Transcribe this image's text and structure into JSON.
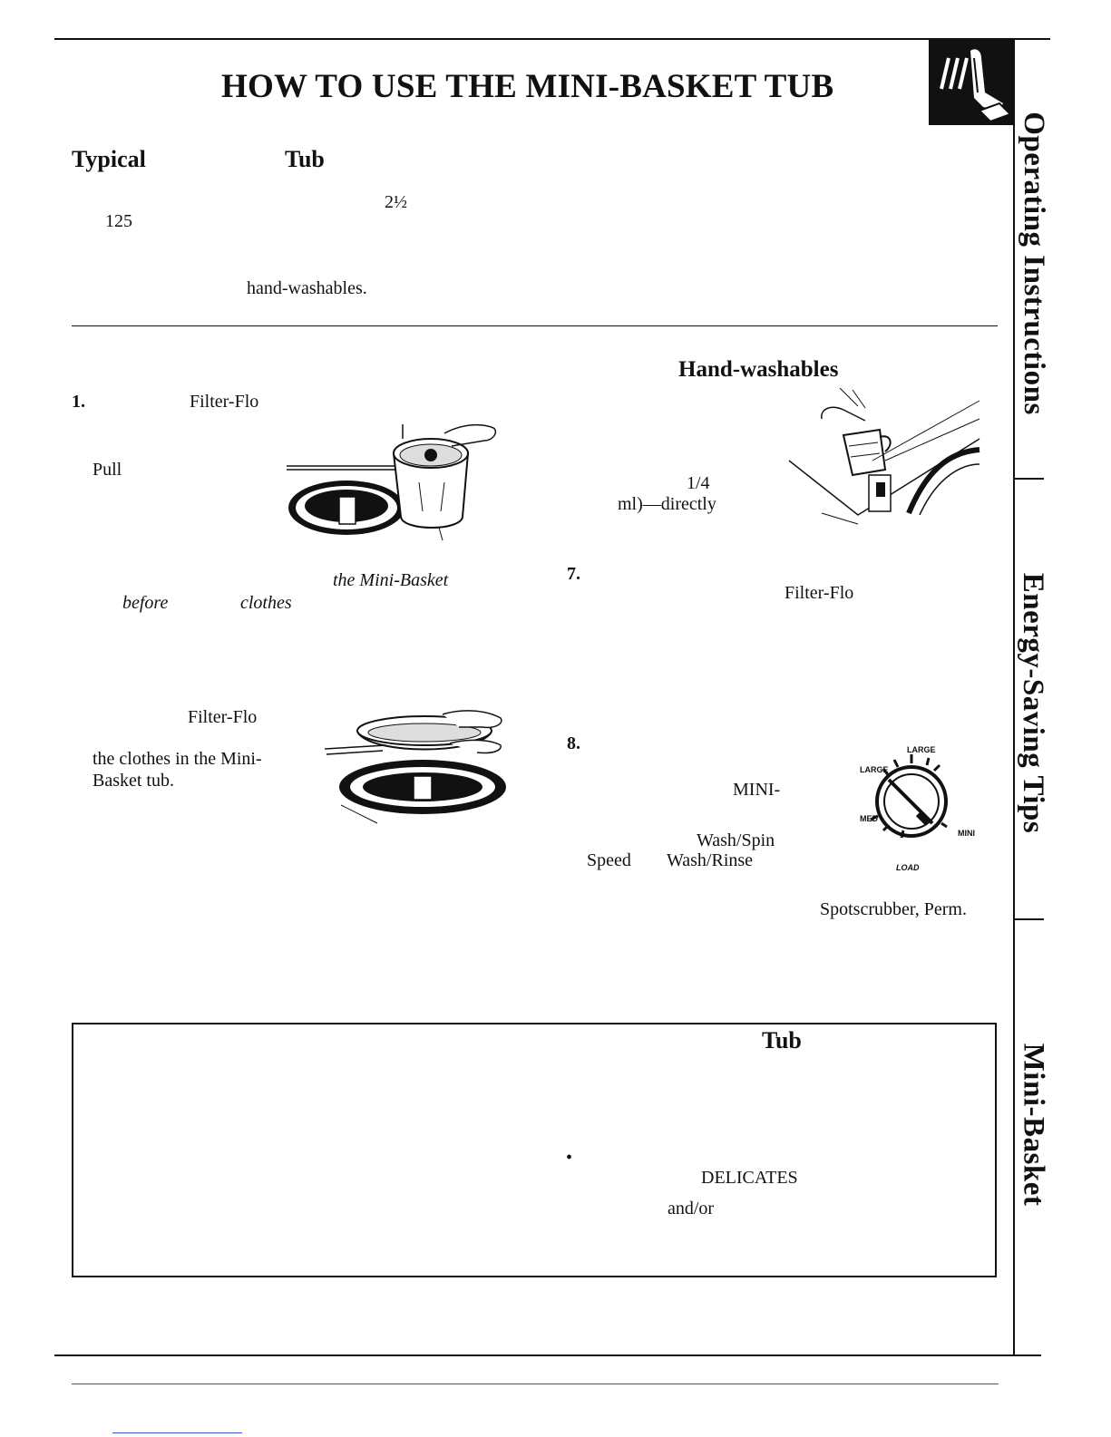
{
  "page": {
    "title": "HOW TO USE THE MINI-BASKET TUB"
  },
  "intro": {
    "heading_word1": "Typical",
    "heading_word2": "Tub",
    "fraction": "2½",
    "number": "125",
    "text": "hand-washables."
  },
  "left_column": {
    "step1_number": "1.",
    "step1_word": "Filter-Flo",
    "pull_word": "Pull",
    "italic_a": "the Mini-Basket",
    "italic_b": "before",
    "italic_c": "clothes",
    "filter_flo_2": "Filter-Flo",
    "basket_line1": "the clothes in the Mini-",
    "basket_line2": "Basket tub."
  },
  "right_column": {
    "heading": "Hand-washables",
    "quarter": "1/4",
    "directly": "ml)—directly",
    "step7_number": "7.",
    "step7_word": "Filter-Flo",
    "step8_number": "8.",
    "mini_word": "MINI-",
    "wash_spin": "Wash/Spin",
    "speed": "Speed",
    "wash_rinse": "Wash/Rinse",
    "spotscrubber": "Spotscrubber, Perm."
  },
  "dial": {
    "label_large_top": "LARGE",
    "label_large_left": "LARGE",
    "label_med": "MED",
    "label_mini": "MINI",
    "label_load": "LOAD"
  },
  "bottom_box": {
    "heading_word": "Tub",
    "bullet": "•",
    "delicates": "DELICATES",
    "and_or": "and/or"
  },
  "side_tabs": {
    "tab1": "Operating Instructions",
    "tab2": "Energy-Saving Tips",
    "tab3": "Mini-Basket"
  },
  "icons": {
    "corner": "hand-pressing-button-icon"
  }
}
